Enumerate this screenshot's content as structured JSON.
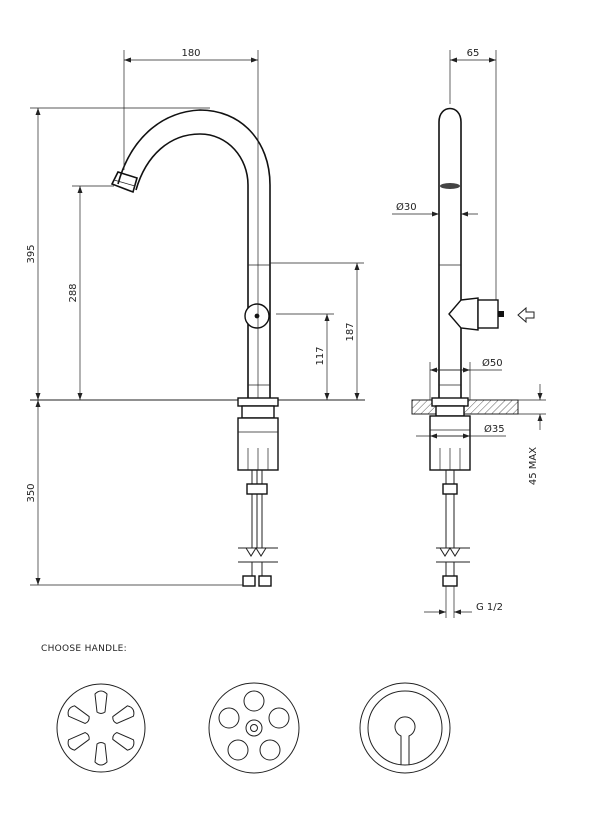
{
  "dimensions": {
    "width_180": "180",
    "height_395": "395",
    "height_288": "288",
    "height_187": "187",
    "height_117": "117",
    "height_350": "350",
    "width_65": "65",
    "dia_30": "Ø30",
    "dia_50": "Ø50",
    "dia_35": "Ø35",
    "max_45": "45 MAX",
    "thread": "G 1/2"
  },
  "handles": {
    "title": "CHOOSE HANDLE:"
  }
}
